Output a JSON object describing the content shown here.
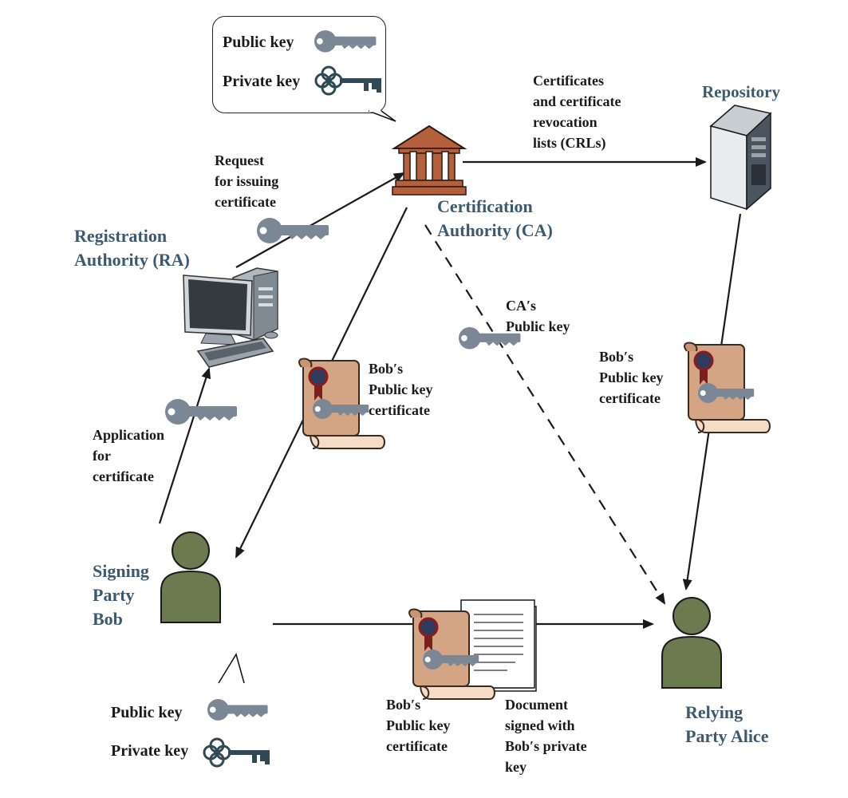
{
  "nodes": {
    "ca": "Certification\nAuthority (CA)",
    "ra": "Registration\nAuthority (RA)",
    "repository": "Repository",
    "bob": "Signing\nParty\nBob",
    "alice": "Relying\nParty Alice"
  },
  "edges": {
    "request": "Request\nfor issuing\ncertificate",
    "crls": "Certificates\nand certificate\nrevocation\nlists (CRLs)",
    "application": "Application\nfor\ncertificate",
    "bob_cert_mid": "Bob′s\nPublic key\ncertificate",
    "ca_pubkey": "CA′s\nPublic key",
    "bob_cert_right": "Bob′s\nPublic key\ncertificate",
    "bob_cert_bottom": "Bob′s\nPublic key\ncertificate",
    "document": "Document\nsigned with\nBob′s private\nkey"
  },
  "ca_keys": {
    "public": "Public key",
    "private": "Private key"
  },
  "bob_keys": {
    "public": "Public key",
    "private": "Private key"
  },
  "colors": {
    "blue_label": "#3b5a70",
    "ca_building": "#b5603c",
    "person": "#6b7a4f",
    "key": "#7b8794",
    "scroll": "#d4a584",
    "seal": "#2e3b5c",
    "ribbon": "#7a1e1e"
  }
}
